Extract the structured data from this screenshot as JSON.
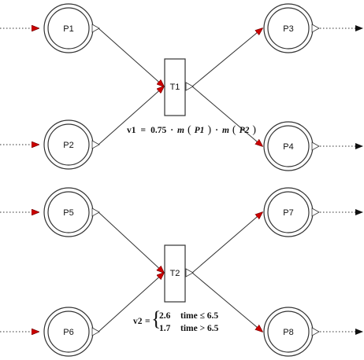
{
  "places": [
    "P1",
    "P2",
    "P3",
    "P4",
    "P5",
    "P6",
    "P7",
    "P8"
  ],
  "transitions": [
    "T1",
    "T2"
  ],
  "rate_t1": {
    "lhs": "v1",
    "eq": "=",
    "coef": "0.75",
    "dot": "·",
    "m": "m",
    "arg1": "P1",
    "arg2": "P2",
    "lparen": "(",
    "rparen": ")"
  },
  "rate_t2": {
    "lhs": "v2",
    "eq": "=",
    "brace": "{",
    "case1_value": "2.6",
    "case1_condition": "time ≤ 6.5",
    "case2_value": "1.7",
    "case2_condition": "time > 6.5"
  },
  "colors": {
    "input_arrow": "#cc0000",
    "output_arrow": "#ffffff",
    "line": "#333333"
  }
}
